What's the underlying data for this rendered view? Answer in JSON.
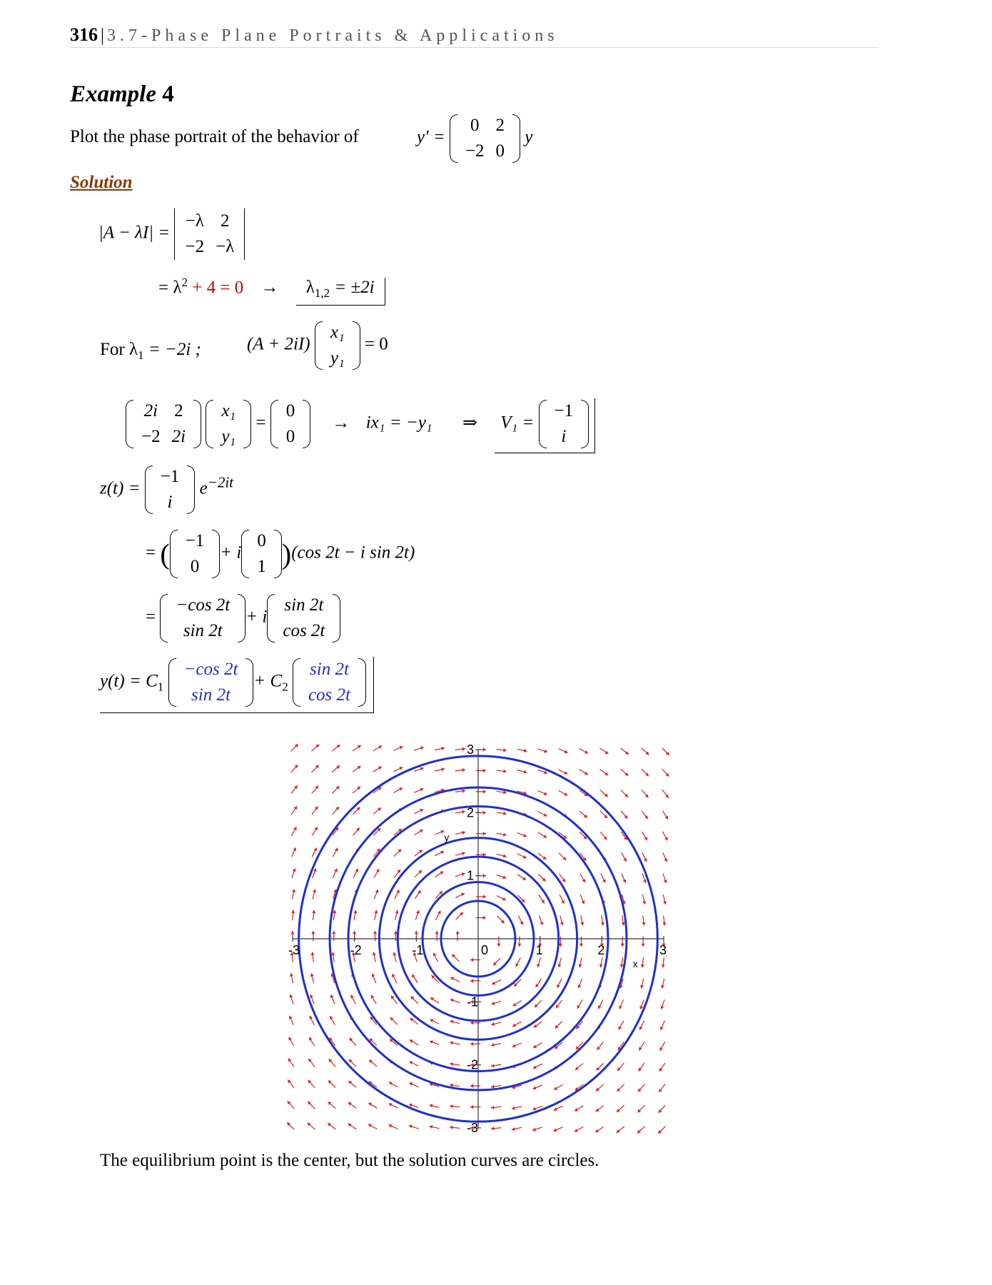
{
  "header": {
    "page_number": "316",
    "separator": "|",
    "section_title": "3.7-Phase Plane Portraits & Applications"
  },
  "example": {
    "label": "Example",
    "number": "4"
  },
  "problem": {
    "text": "Plot the phase portrait of the behavior of",
    "lhs": "y′ =",
    "matrix": [
      [
        "0",
        "2"
      ],
      [
        "−2",
        "0"
      ]
    ],
    "rhs": "y"
  },
  "solution_heading": "Solution",
  "steps": {
    "det_lhs": "|A − λI| =",
    "det_matrix": [
      [
        "−λ",
        "2"
      ],
      [
        "−2",
        "−λ"
      ]
    ],
    "char_eq_prefix": "= λ",
    "char_eq_power": "2",
    "char_eq_rest": " + 4 = 0",
    "arrow": "→",
    "eig_lhs": "λ",
    "eig_sub": "1,2",
    "eig_rhs": " = ±2i",
    "for_label": "For",
    "for_lambda": "λ",
    "for_sub": "1",
    "for_rhs": " = −2i ;",
    "sys_lhs": "(A + 2iI)",
    "sys_vec": [
      [
        "x₁"
      ],
      [
        "y₁"
      ]
    ],
    "sys_rhs": "= 0",
    "aug_matrix": [
      [
        "2i",
        "2"
      ],
      [
        "−2",
        "2i"
      ]
    ],
    "aug_vec": [
      [
        "x₁"
      ],
      [
        "y₁"
      ]
    ],
    "aug_eq": "=",
    "aug_zero": [
      [
        "0"
      ],
      [
        "0"
      ]
    ],
    "relation": "ix₁ = −y₁",
    "implies": "⇒",
    "evec_lhs": "V₁ =",
    "evec": [
      [
        "−1"
      ],
      [
        "i"
      ]
    ],
    "z_lhs": "z(t) =",
    "z_vec": [
      [
        "−1"
      ],
      [
        "i"
      ]
    ],
    "z_exp_base": "e",
    "z_exp_power": "−2it",
    "line2_eq": "=",
    "line2_a": [
      [
        "−1"
      ],
      [
        "0"
      ]
    ],
    "line2_plus_i": "+ i",
    "line2_b": [
      [
        "0"
      ],
      [
        "1"
      ]
    ],
    "line2_trig": "(cos 2t − i sin 2t)",
    "line3_eq": "=",
    "line3_a": [
      [
        "−cos 2t"
      ],
      [
        "sin 2t"
      ]
    ],
    "line3_plus_i": "+ i",
    "line3_b": [
      [
        "sin 2t"
      ],
      [
        "cos 2t"
      ]
    ],
    "y_lhs": "y(t) = C",
    "y_c1_sub": "1",
    "y_vec1": [
      [
        "−cos 2t"
      ],
      [
        "sin 2t"
      ]
    ],
    "y_plus": "+ C",
    "y_c2_sub": "2",
    "y_vec2": [
      [
        "sin 2t"
      ],
      [
        "cos 2t"
      ]
    ]
  },
  "chart_data": {
    "type": "phase_portrait",
    "system": "x' = 2y, y' = −2x",
    "xlim": [
      -3,
      3
    ],
    "ylim": [
      -3,
      3
    ],
    "x_ticks": [
      "-3",
      "-2",
      "-1",
      "0",
      "1",
      "2",
      "3"
    ],
    "y_ticks": [
      "3",
      "2",
      "1",
      "-1",
      "-2",
      "-3"
    ],
    "xlabel": "x",
    "ylabel": "y",
    "circle_radii": [
      0.6,
      0.9,
      1.3,
      1.6,
      2.1,
      2.4,
      2.9
    ],
    "field_color": "#e02020",
    "curve_color": "#1f2fd0"
  },
  "closing_text": "The equilibrium point is the center, but the solution curves are circles."
}
